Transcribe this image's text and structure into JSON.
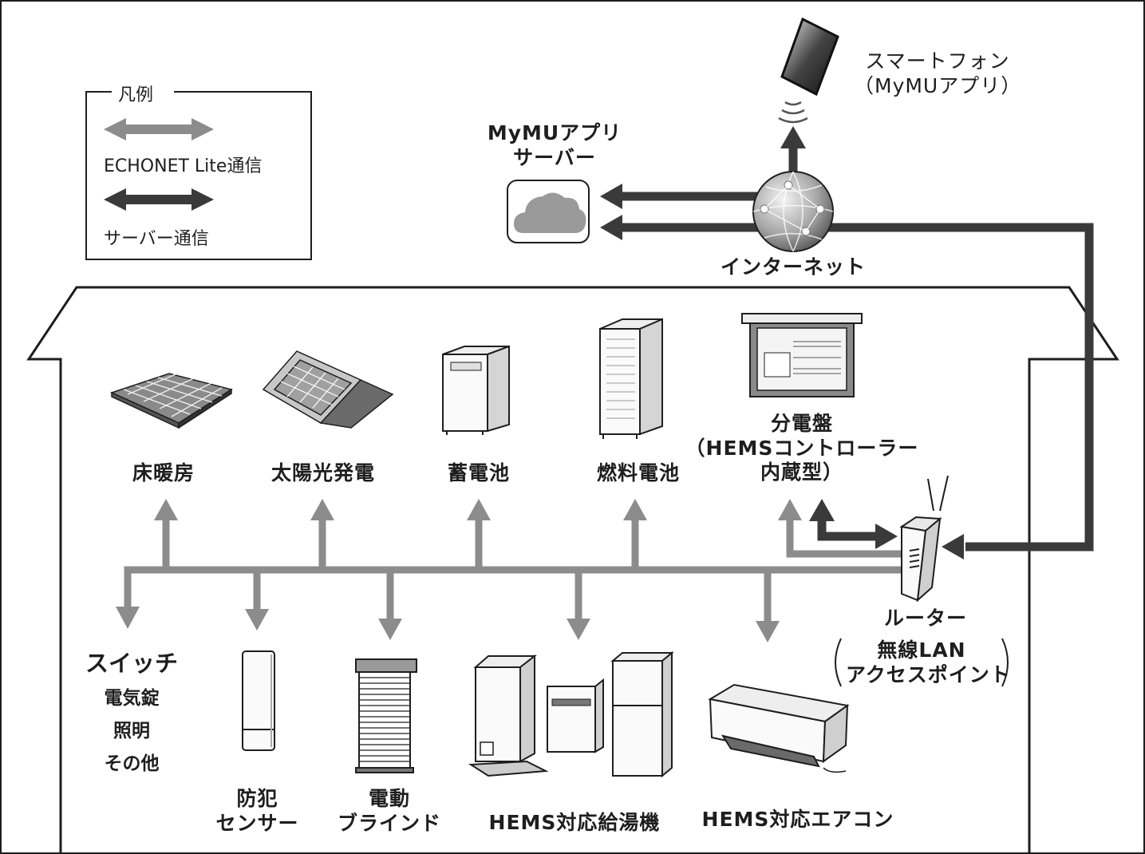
{
  "colors": {
    "echonet": "#8c8c8c",
    "server": "#3a3a3a",
    "line": "#1e1e1e"
  },
  "legend": {
    "title": "凡例",
    "echonet_label": "ECHONET Lite通信",
    "server_label": "サーバー通信"
  },
  "internet": {
    "label": "インターネット"
  },
  "cloud": {
    "line1": "MyMUアプリ",
    "line2": "サーバー"
  },
  "smartphone": {
    "line1": "スマートフォン",
    "line2": "（MyMUアプリ）"
  },
  "top_devices": {
    "floor_heating": "床暖房",
    "solar": "太陽光発電",
    "battery": "蓄電池",
    "fuel_cell": "燃料電池",
    "panel": {
      "line1": "分電盤",
      "line2": "（HEMSコントローラー",
      "line3": "内蔵型）"
    }
  },
  "router": {
    "label": "ルーター",
    "sub1": "無線LAN",
    "sub2": "アクセスポイント"
  },
  "bottom_devices": {
    "switch": {
      "title": "スイッチ",
      "item1": "電気錠",
      "item2": "照明",
      "item3": "その他"
    },
    "sensor": {
      "line1": "防犯",
      "line2": "センサー"
    },
    "blind": {
      "line1": "電動",
      "line2": "ブラインド"
    },
    "water_heater": "HEMS対応給湯機",
    "aircon": "HEMS対応エアコン"
  }
}
